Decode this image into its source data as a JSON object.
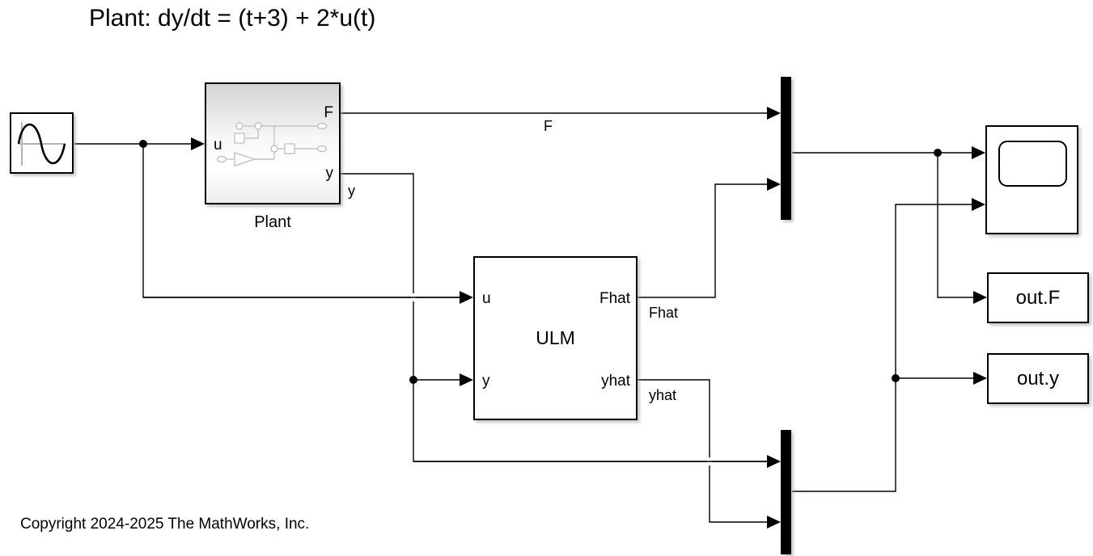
{
  "annotations": {
    "title": "Plant: dy/dt = (t+3) + 2*u(t)",
    "copyright": "Copyright 2024-2025 The MathWorks, Inc."
  },
  "blocks": {
    "sine_wave": {
      "icon": "sine-wave-icon"
    },
    "plant": {
      "name": "Plant",
      "port_in_u": "u",
      "port_out_f": "F",
      "port_out_y": "y"
    },
    "ulm": {
      "name": "ULM",
      "port_in_u": "u",
      "port_in_y": "y",
      "port_out_fhat": "Fhat",
      "port_out_yhat": "yhat"
    },
    "scope": {
      "icon": "scope-screen-icon"
    },
    "mux_top": {
      "icon": "mux-bar"
    },
    "mux_bottom": {
      "icon": "mux-bar"
    },
    "out_f": {
      "label": "out.F"
    },
    "out_y": {
      "label": "out.y"
    }
  },
  "signal_labels": {
    "f": "F",
    "y": "y",
    "fhat": "Fhat",
    "yhat": "yhat"
  },
  "colors": {
    "background": "#ffffff",
    "wire": "#000000",
    "block_border": "#000000",
    "mux_fill": "#000000",
    "plant_gradient_top": "#d4d4d4",
    "preview_stroke": "#c4c4c4",
    "shadow": "#a0a0a0"
  }
}
